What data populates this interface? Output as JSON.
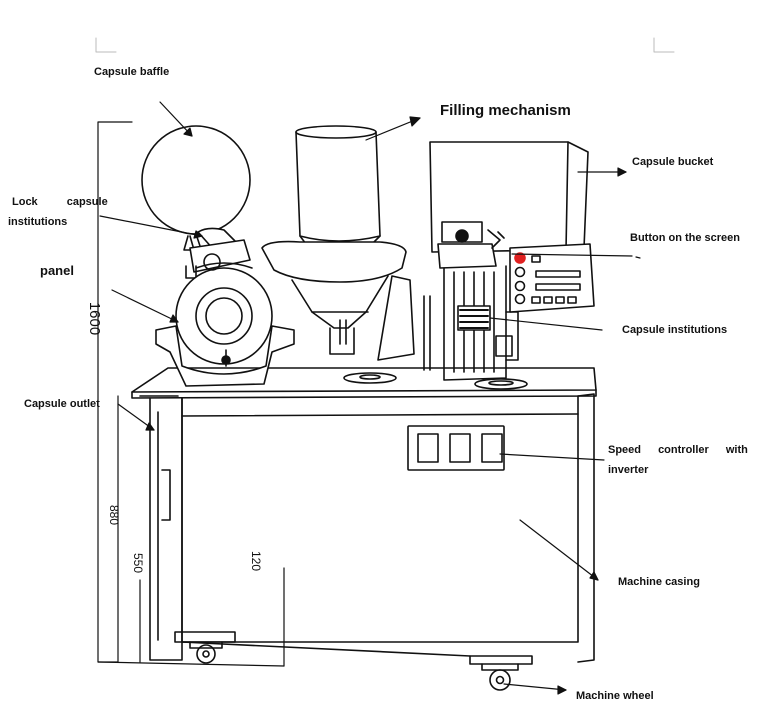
{
  "labels": {
    "capsule_baffle": "Capsule baffle",
    "filling_mechanism": "Filling mechanism",
    "capsule_bucket": "Capsule bucket",
    "lock_capsule_1": "Lock capsule",
    "lock_capsule_2": "institutions",
    "button_on_screen": "Button on the screen",
    "panel": "panel",
    "capsule_institutions": "Capsule institutions",
    "capsule_outlet": "Capsule outlet",
    "speed_controller_1": "Speed controller with",
    "speed_controller_2": "inverter",
    "machine_casing": "Machine casing",
    "machine_wheel": "Machine wheel"
  },
  "dimensions": {
    "height_total": "1600",
    "height_table": "880",
    "height_inner": "550",
    "height_small": "120"
  },
  "colors": {
    "line": "#111111",
    "indicator": "#e02020"
  }
}
